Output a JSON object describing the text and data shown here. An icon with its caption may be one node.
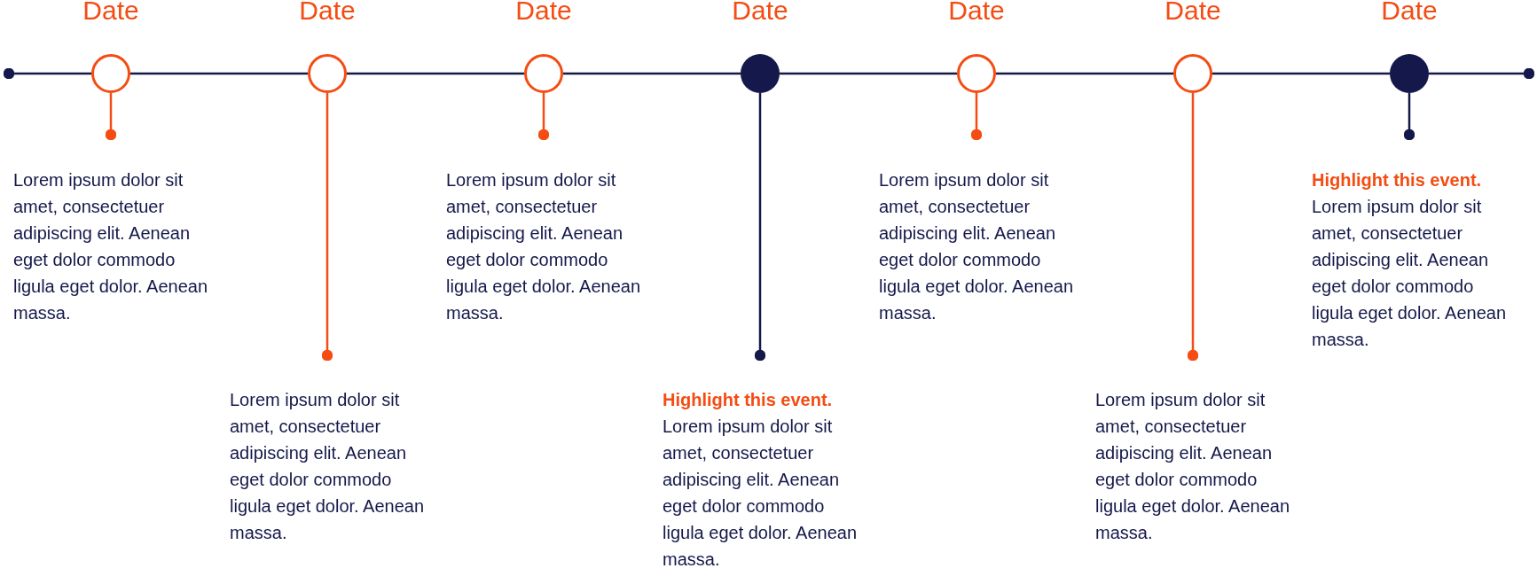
{
  "diagram": {
    "nodes": [
      {
        "text": [
          "Date"
        ]
      },
      {
        "text": [
          "Date"
        ]
      },
      {
        "text": [
          "Date"
        ]
      },
      {
        "text": [
          "Date"
        ]
      },
      {
        "text": [
          "Date"
        ]
      },
      {
        "text": [
          "Date"
        ]
      },
      {
        "text": [
          "Date"
        ]
      },
      {
        "text": [
          "Lorem ipsum dolor sit amet, consectetuer adipiscing elit. Aenean eget dolor commodo ligula eget dolor. Aenean massa."
        ]
      },
      {
        "text": [
          "Lorem ipsum dolor sit amet, consectetuer adipiscing elit. Aenean eget dolor commodo ligula eget dolor. Aenean massa."
        ]
      },
      {
        "text": [
          "Lorem ipsum dolor sit amet, consectetuer adipiscing elit. Aenean eget dolor commodo ligula eget dolor. Aenean massa."
        ]
      },
      {
        "text": [
          "Highlight this event.",
          "Lorem ipsum dolor sit amet, consectetuer adipiscing elit. Aenean eget dolor commodo ligula eget dolor. Aenean massa."
        ]
      },
      {
        "text": [
          "Lorem ipsum dolor sit amet, consectetuer adipiscing elit. Aenean eget dolor commodo ligula eget dolor. Aenean massa."
        ]
      },
      {
        "text": [
          "Lorem ipsum dolor sit amet, consectetuer adipiscing elit. Aenean eget dolor commodo ligula eget dolor. Aenean massa."
        ]
      },
      {
        "text": [
          "Highlight this event.",
          "Lorem ipsum dolor sit amet, consectetuer adipiscing elit. Aenean eget dolor commodo ligula eget dolor. Aenean massa."
        ]
      }
    ],
    "edges": [
      {
        "from": null,
        "to": 0,
        "arrow": "other"
      },
      {
        "from": 0,
        "to": 1,
        "arrow": "none"
      },
      {
        "from": 1,
        "to": 2,
        "arrow": "none"
      },
      {
        "from": 2,
        "to": 3,
        "arrow": "none"
      },
      {
        "from": 3,
        "to": 4,
        "arrow": "none"
      },
      {
        "from": 4,
        "to": 5,
        "arrow": "none"
      },
      {
        "from": 5,
        "to": 6,
        "arrow": "none"
      },
      {
        "from": 6,
        "to": null,
        "arrow": "other"
      },
      {
        "from": 0,
        "to": 7,
        "arrow": "other",
        "color": "#f44c12"
      },
      {
        "from": 1,
        "to": 8,
        "arrow": "other",
        "color": "#f44c12"
      },
      {
        "from": 2,
        "to": 9,
        "arrow": "other",
        "color": "#f44c12"
      },
      {
        "from": 3,
        "to": 10,
        "arrow": "other"
      },
      {
        "from": 4,
        "to": 11,
        "arrow": "other",
        "color": "#f44c12"
      },
      {
        "from": 5,
        "to": 12,
        "arrow": "other",
        "color": "#f44c12"
      },
      {
        "from": 6,
        "to": 13,
        "arrow": "other"
      }
    ]
  }
}
